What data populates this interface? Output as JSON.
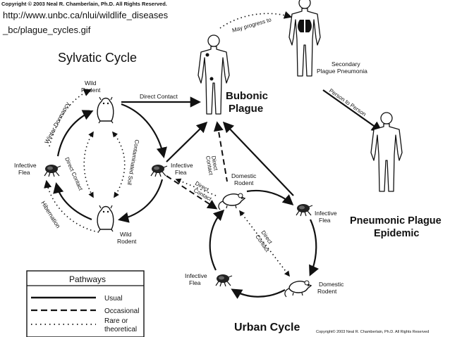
{
  "source_url_line1": "http://www.unbc.ca/nlui/wildlife_diseases",
  "source_url_line2": "_bc/plague_cycles.gif",
  "copyright_top": "Copyright © 2003 Neal R. Chamberlain, Ph.D. All Rights Reserved.",
  "copyright_bottom": "Copyright© 2003 Neal R. Chamberlain, Ph.D. All Rights Reserved",
  "sylvatic": {
    "title": "Sylvatic Cycle",
    "wild_rodent_top": [
      "Wild",
      "Rodent"
    ],
    "wild_rodent_bottom": [
      "Wild",
      "Rodent"
    ],
    "infective_flea_left": [
      "Infective",
      "Flea"
    ],
    "infective_flea_right": [
      "Infective",
      "Flea"
    ],
    "winter_dormancy": "Winter Dormancy",
    "hibernation": "Hibernation",
    "direct_contact": "Direct Contact",
    "contaminated_soil": "Contaminated Soil"
  },
  "bubonic": {
    "title_line1": "Bubonic",
    "title_line2": "Plague",
    "direct_contact_top": "Direct Contact",
    "may_progress": "May progress to",
    "direct_contact_vertical": [
      "Direct",
      "Contact"
    ],
    "direct_contact_diag": [
      "Direct",
      "Contact"
    ]
  },
  "secondary": {
    "line1": "Secondary",
    "line2": "Plague Pneumonia",
    "person_to_person": "Person to Person"
  },
  "pneumonic": {
    "line1": "Pneumonic Plague",
    "line2": "Epidemic"
  },
  "urban": {
    "title": "Urban Cycle",
    "domestic_rodent_top": [
      "Domestic",
      "Rodent"
    ],
    "domestic_rodent_bottom": [
      "Domestic",
      "Rodent"
    ],
    "infective_flea_right": [
      "Infective",
      "Flea"
    ],
    "infective_flea_left": [
      "Infective",
      "Flea"
    ],
    "direct_contact": [
      "Direct",
      "Contact"
    ]
  },
  "legend": {
    "title": "Pathways",
    "usual": "Usual",
    "occasional": "Occasional",
    "rare_line1": "Rare or",
    "rare_line2": "theoretical"
  }
}
